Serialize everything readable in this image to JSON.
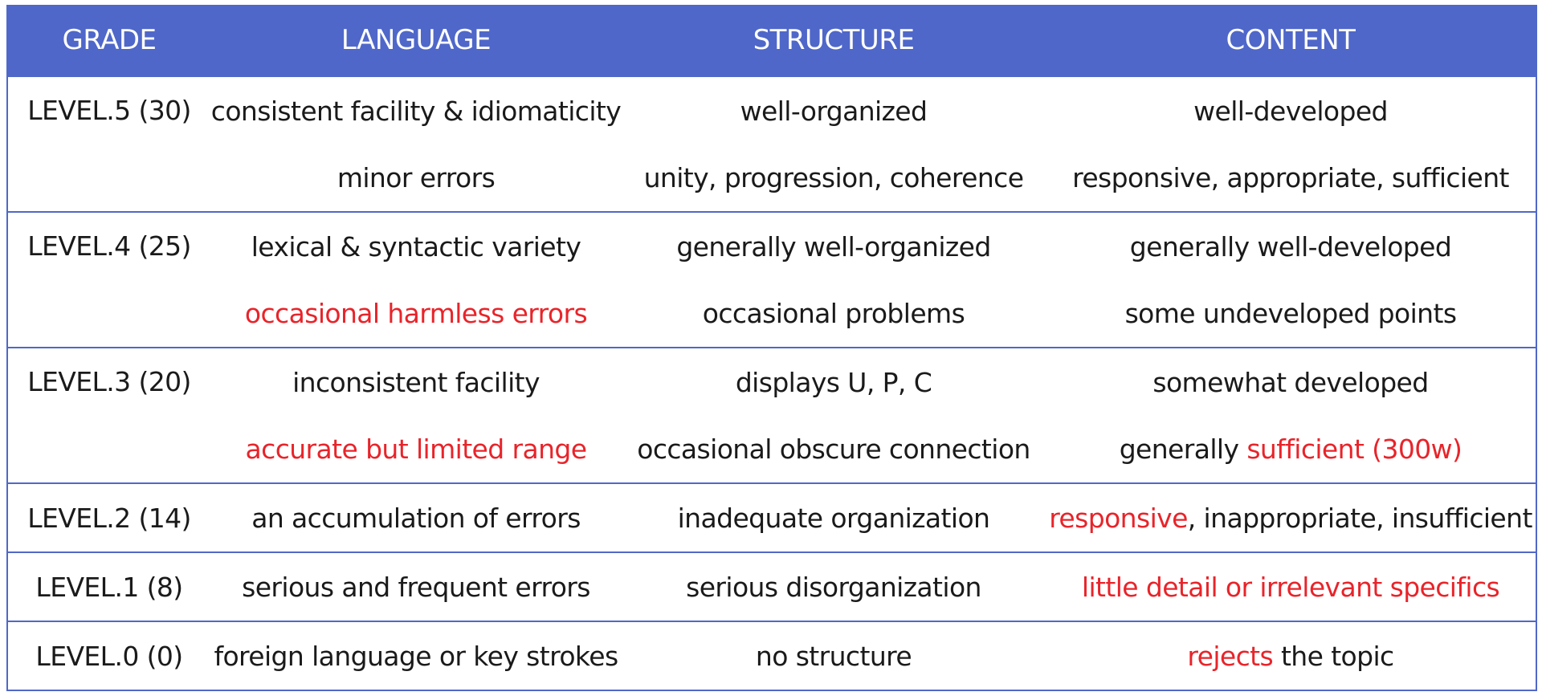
{
  "colors": {
    "header_bg": "#4f67c9",
    "border": "#5068c8",
    "highlight_red": "#e8242a",
    "text": "#1a1a1a"
  },
  "headers": {
    "grade": "GRADE",
    "language": "LANGUAGE",
    "structure": "STRUCTURE",
    "content": "CONTENT"
  },
  "rows": [
    {
      "grade": "LEVEL.5 (30)",
      "language": [
        "consistent facility & idiomaticity",
        "minor errors"
      ],
      "structure": [
        "well-organized",
        "unity, progression, coherence"
      ],
      "content": [
        "well-developed",
        "responsive, appropriate, sufficient"
      ]
    },
    {
      "grade": "LEVEL.4 (25)",
      "language": [
        "lexical & syntactic variety",
        "occasional harmless errors"
      ],
      "structure": [
        "generally well-organized",
        "occasional problems"
      ],
      "content": [
        "generally well-developed",
        "some undeveloped points"
      ]
    },
    {
      "grade": "LEVEL.3 (20)",
      "language": [
        "inconsistent facility",
        "accurate but limited range"
      ],
      "structure": [
        "displays U, P, C",
        "occasional obscure connection"
      ],
      "content": [
        "somewhat developed",
        "generally ",
        "sufficient (300w)"
      ]
    },
    {
      "grade": "LEVEL.2 (14)",
      "language": [
        "an accumulation of errors"
      ],
      "structure": [
        "inadequate organization"
      ],
      "content": [
        "responsive",
        ", inappropriate, insufficient"
      ]
    },
    {
      "grade": "LEVEL.1 (8)",
      "language": [
        "serious and frequent errors"
      ],
      "structure": [
        "serious disorganization"
      ],
      "content": [
        "little detail or irrelevant specifics"
      ]
    },
    {
      "grade": "LEVEL.0 (0)",
      "language": [
        "foreign language or key strokes"
      ],
      "structure": [
        "no structure"
      ],
      "content": [
        "rejects",
        " the topic"
      ]
    }
  ]
}
